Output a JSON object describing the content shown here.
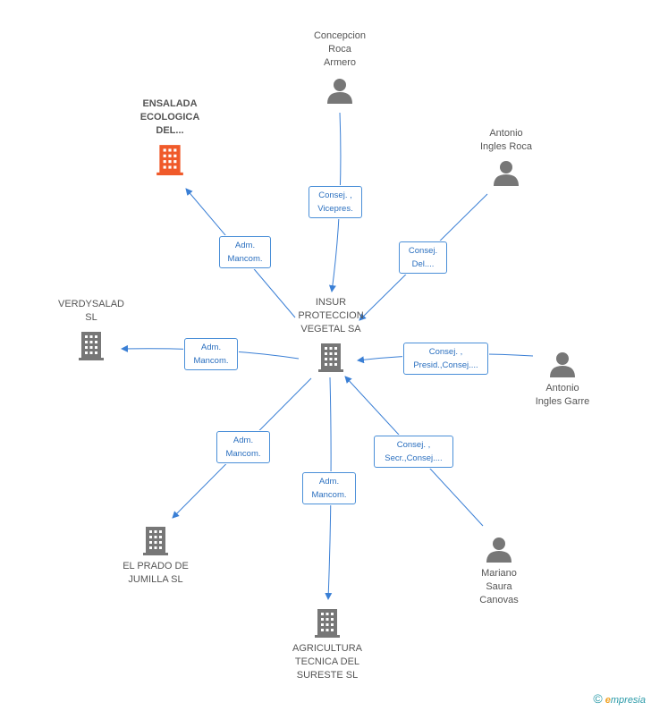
{
  "colors": {
    "edge": "#3a7fd5",
    "node": "#777777",
    "highlight": "#f05a2a",
    "label_border": "#4a8fd8"
  },
  "center": {
    "name": "center-node",
    "label": "INSUR\nPROTECCION\nVEGETAL SA",
    "icon": "building-icon"
  },
  "nodes": [
    {
      "name": "node-ensalada",
      "label": "ENSALADA\nECOLOGICA\nDEL...",
      "icon": "building-icon",
      "highlight": true
    },
    {
      "name": "node-concepcion",
      "label": "Concepcion\nRoca\nArmero",
      "icon": "person-icon"
    },
    {
      "name": "node-antonio-ingles-roca",
      "label": "Antonio\nIngles Roca",
      "icon": "person-icon"
    },
    {
      "name": "node-verdysalad",
      "label": "VERDYSALAD\nSL",
      "icon": "building-icon"
    },
    {
      "name": "node-antonio-ingles-garre",
      "label": "Antonio\nIngles Garre",
      "icon": "person-icon"
    },
    {
      "name": "node-el-prado",
      "label": "EL PRADO DE\nJUMILLA  SL",
      "icon": "building-icon"
    },
    {
      "name": "node-mariano",
      "label": "Mariano\nSaura\nCanovas",
      "icon": "person-icon"
    },
    {
      "name": "node-agricultura",
      "label": "AGRICULTURA\nTECNICA DEL\nSURESTE SL",
      "icon": "building-icon"
    }
  ],
  "relations": [
    {
      "name": "rel-ensalada",
      "label": "Adm.\nMancom."
    },
    {
      "name": "rel-concepcion",
      "label": "Consej. ,\nVicepres."
    },
    {
      "name": "rel-antonio-roca",
      "label": "Consej.\nDel...."
    },
    {
      "name": "rel-verdysalad",
      "label": "Adm.\nMancom."
    },
    {
      "name": "rel-antonio-garre",
      "label": "Consej. ,\nPresid.,Consej...."
    },
    {
      "name": "rel-el-prado",
      "label": "Adm.\nMancom."
    },
    {
      "name": "rel-mariano",
      "label": "Consej. ,\nSecr.,Consej...."
    },
    {
      "name": "rel-agricultura",
      "label": "Adm.\nMancom."
    }
  ],
  "footer": {
    "copyright": "©",
    "brand_e": "e",
    "brand_rest": "mpresia"
  }
}
